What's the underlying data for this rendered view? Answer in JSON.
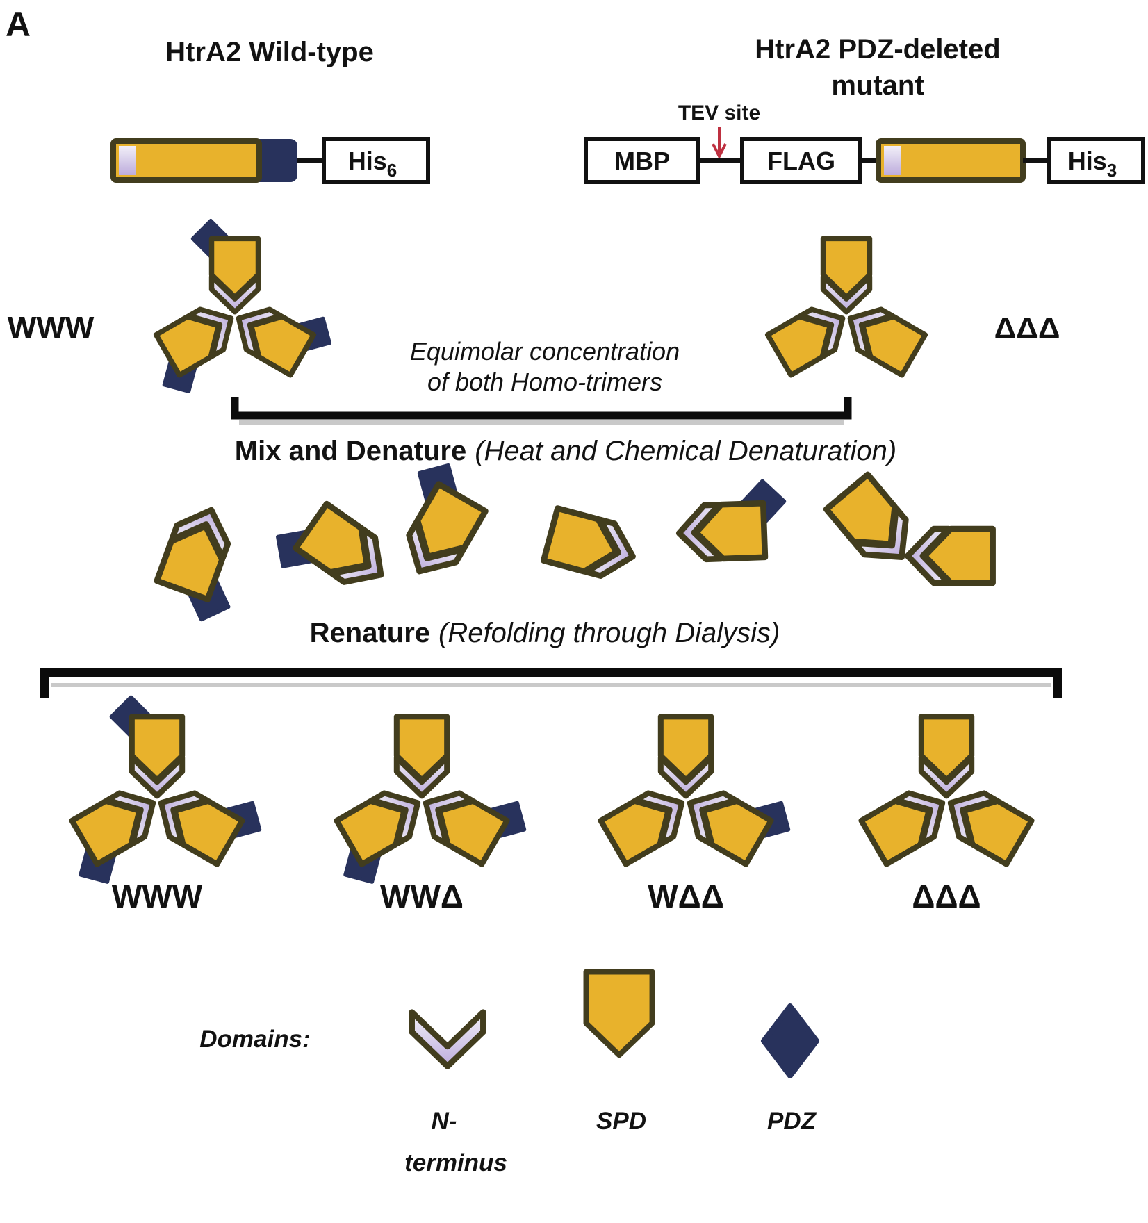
{
  "figure": {
    "panel_label": "A",
    "wild_type": {
      "title": "HtrA2 Wild-type",
      "his_text": "His",
      "his_subscript": "6"
    },
    "mutant": {
      "title_line1": "HtrA2 PDZ-deleted",
      "title_line2": "mutant",
      "tev_label": "TEV site",
      "mbp_label": "MBP",
      "flag_label": "FLAG",
      "his_text": "His",
      "his_subscript": "3"
    },
    "top_trimers": {
      "left_label": "WWW",
      "right_label": "ΔΔΔ"
    },
    "equimolar_caption": {
      "line1": "Equimolar concentration",
      "line2": "of both Homo-trimers"
    },
    "mix_step": {
      "bold": "Mix and Denature",
      "italic": "(Heat and Chemical Denaturation)"
    },
    "renature_step": {
      "bold": "Renature",
      "italic": "(Refolding through Dialysis)"
    },
    "products": {
      "labels": [
        "WWW",
        "WWΔ",
        "WΔΔ",
        "ΔΔΔ"
      ]
    },
    "legend": {
      "heading": "Domains:",
      "n_terminus_label_line1": "N-",
      "n_terminus_label_line2": "terminus",
      "spd_label": "SPD",
      "pdz_label": "PDZ"
    },
    "colors": {
      "spd_yellow": "#E8B22C",
      "outline_olive": "#423D1E",
      "pdz_navy": "#28325C",
      "n_terminus_light": "#F2F0F8",
      "n_terminus_dark": "#BDACDC",
      "tev_arrow_red": "#BE3040"
    }
  }
}
